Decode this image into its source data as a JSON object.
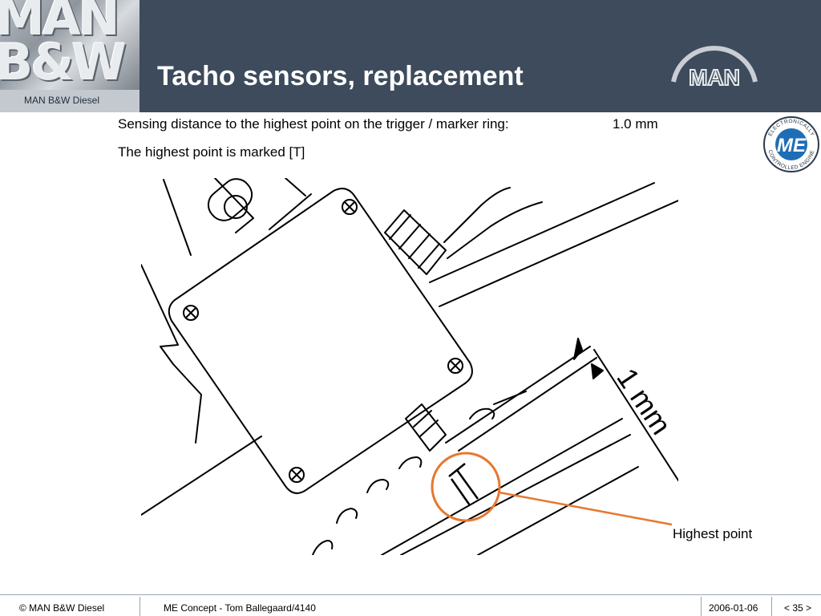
{
  "header": {
    "title": "Tacho sensors, replacement",
    "corner_logo_text": "MAN B&W",
    "corner_tagline": "MAN B&W Diesel",
    "brand_logo_text": "MAN",
    "background_color": "#3d4b5c"
  },
  "content": {
    "line1_text": "Sensing distance to the highest point on the trigger / marker ring:",
    "line1_value": "1.0 mm",
    "line2_text": "The highest point is marked [T]"
  },
  "badge": {
    "top_text": "ELECTRONICALLY",
    "center_text": "ME",
    "bottom_text": "CONTROLLED ENGINE"
  },
  "diagram": {
    "dimension_label": "1 mm",
    "marker_letter": "T",
    "callout_label": "Highest point",
    "highlight_color": "#e8772e"
  },
  "footer": {
    "copyright": "© MAN B&W Diesel",
    "presentation": "ME Concept - Tom Ballegaard/4140",
    "date": "2006-01-06",
    "page": "< 35 >"
  }
}
